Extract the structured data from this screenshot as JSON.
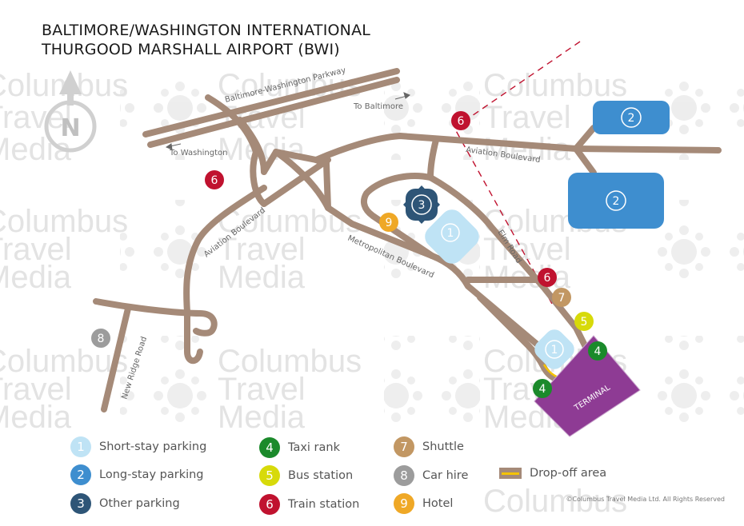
{
  "title": {
    "line1": "BALTIMORE/WASHINGTON INTERNATIONAL",
    "line2": "THURGOOD MARSHALL AIRPORT (BWI)"
  },
  "compass": {
    "letter": "N",
    "icon": "north-arrow-icon"
  },
  "watermark": {
    "line1": "Columbus",
    "line2": "Travel",
    "line3": "Media"
  },
  "roads": {
    "parkway": "Baltimore-Washington Parkway",
    "aviation_blvd_east": "Aviation Boulevard",
    "aviation_blvd_west": "Aviation Boulevard",
    "metropolitan_blvd": "Metropolitan Boulevard",
    "elm_road": "Elm Road",
    "new_ridge_road": "New Ridge Road"
  },
  "directions": {
    "to_baltimore": "To Baltimore",
    "to_washington": "To Washington"
  },
  "terminal_label": "TERMINAL",
  "colors": {
    "road": "#a58a78",
    "short_stay": "#bfe3f5",
    "long_stay": "#3e8ecf",
    "other_parking": "#2e5577",
    "taxi": "#1b8a2b",
    "bus": "#d7da0a",
    "train": "#c0122f",
    "shuttle": "#c29763",
    "car_hire": "#9c9c9c",
    "hotel": "#efa826",
    "terminal": "#8e3b94",
    "dropoff": "#f5c300"
  },
  "map_markers": {
    "short_stay": "1",
    "long_stay": "2",
    "other_parking": "3",
    "taxi": "4",
    "bus": "5",
    "train": "6",
    "shuttle": "7",
    "car_hire": "8",
    "hotel": "9"
  },
  "legend": {
    "short_stay": {
      "num": "1",
      "label": "Short-stay parking"
    },
    "long_stay": {
      "num": "2",
      "label": "Long-stay parking"
    },
    "other_parking": {
      "num": "3",
      "label": "Other parking"
    },
    "taxi": {
      "num": "4",
      "label": "Taxi rank"
    },
    "bus": {
      "num": "5",
      "label": "Bus station"
    },
    "train": {
      "num": "6",
      "label": "Train station"
    },
    "shuttle": {
      "num": "7",
      "label": "Shuttle"
    },
    "car_hire": {
      "num": "8",
      "label": "Car hire"
    },
    "hotel": {
      "num": "9",
      "label": "Hotel"
    },
    "dropoff": {
      "label": "Drop-off area"
    }
  },
  "copyright": "©Columbus Travel Media Ltd. All Rights Reserved"
}
